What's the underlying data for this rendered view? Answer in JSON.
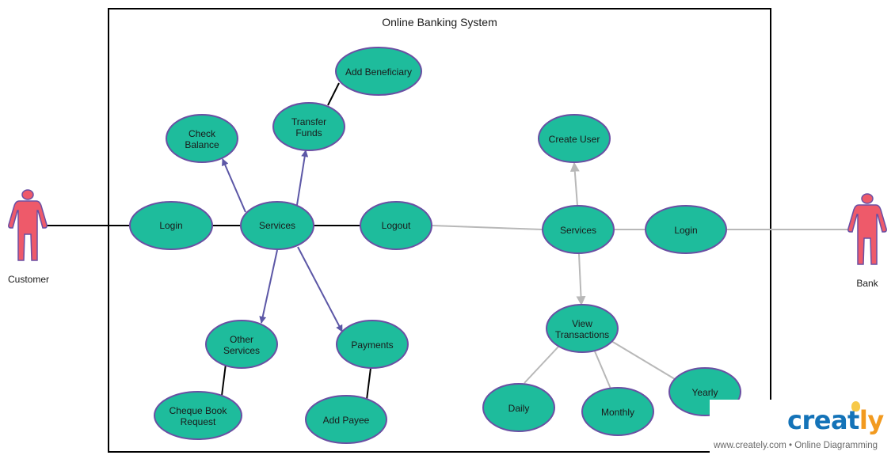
{
  "system": {
    "title": "Online Banking System"
  },
  "actors": {
    "customer": "Customer",
    "bank": "Bank"
  },
  "use_cases": {
    "login_left": "Login",
    "services_left": "Services",
    "logout": "Logout",
    "check_balance": [
      "Check",
      "Balance"
    ],
    "transfer_funds": [
      "Transfer",
      "Funds"
    ],
    "add_beneficiary": "Add Beneficiary",
    "other_services": [
      "Other",
      "Services"
    ],
    "cheque_book_request": [
      "Cheque Book",
      "Request"
    ],
    "payments": "Payments",
    "add_payee": "Add Payee",
    "create_user": "Create User",
    "services_right": "Services",
    "login_right": "Login",
    "view_transactions": [
      "View",
      "Transactions"
    ],
    "daily": "Daily",
    "monthly": "Monthly",
    "yearly": "Yearly"
  },
  "colors": {
    "use_case_fill": "#1ebc9c",
    "use_case_stroke": "#6a4fa3",
    "actor_fill": "#ee5a6a",
    "arrow_purple": "#5c57a6",
    "line_grey": "#b8b8b8",
    "line_black": "#000000"
  },
  "branding": {
    "logo_main": "creat",
    "logo_accent": "ly",
    "tagline": "www.creately.com • Online Diagramming"
  }
}
